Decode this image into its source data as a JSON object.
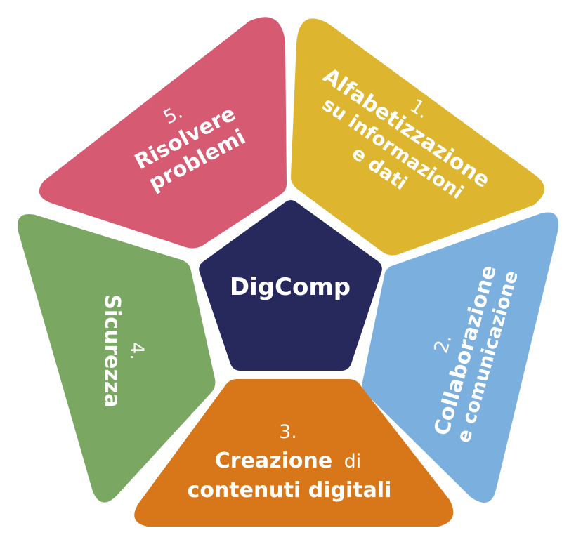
{
  "center": {
    "label": "DigComp",
    "color": "#27285c"
  },
  "segments": [
    {
      "number": "1.",
      "line1": "Alfabetizzazione",
      "line2": "su informazioni",
      "line3": "e dati",
      "color": "#ddb52f"
    },
    {
      "number": "2.",
      "line1": "Collaborazione",
      "line2": "e comunicazione",
      "color": "#7bb0de"
    },
    {
      "number": "3.",
      "line1": "Creazione",
      "line1_suffix": "di",
      "line2": "contenuti digitali",
      "color": "#d8761a"
    },
    {
      "number": "4.",
      "line1": "Sicurezza",
      "color": "#7aa862"
    },
    {
      "number": "5.",
      "line1": "Risolvere",
      "line2": "problemi",
      "color": "#d65b72"
    }
  ]
}
